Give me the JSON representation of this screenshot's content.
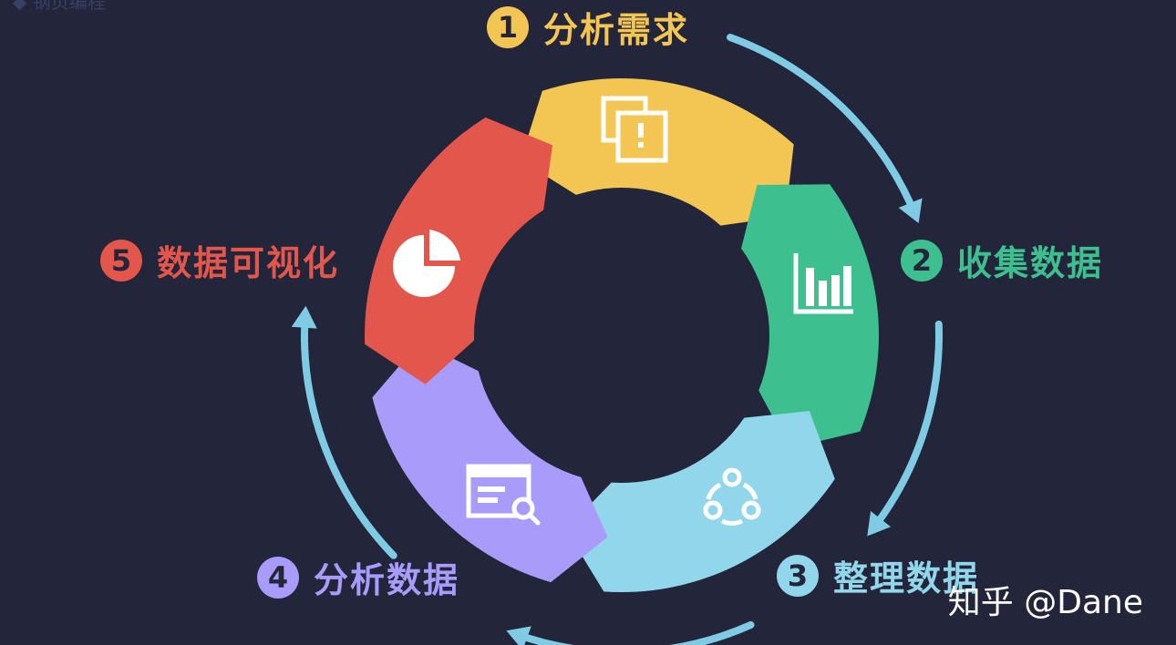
{
  "corner_text": "◆ 钢页编程",
  "watermark": "知乎 @Dane",
  "steps": [
    {
      "number": "1",
      "label": "分析需求",
      "color": "#f3c552",
      "icon": "alert-document-icon"
    },
    {
      "number": "2",
      "label": "收集数据",
      "color": "#3dbf8f",
      "icon": "bar-chart-icon"
    },
    {
      "number": "3",
      "label": "整理数据",
      "color": "#92d6eb",
      "icon": "network-hub-icon"
    },
    {
      "number": "4",
      "label": "分析数据",
      "color": "#a99bfa",
      "icon": "report-search-icon"
    },
    {
      "number": "5",
      "label": "数据可视化",
      "color": "#e2564c",
      "icon": "pie-chart-icon"
    }
  ],
  "arrow_color": "#7fcbe4"
}
